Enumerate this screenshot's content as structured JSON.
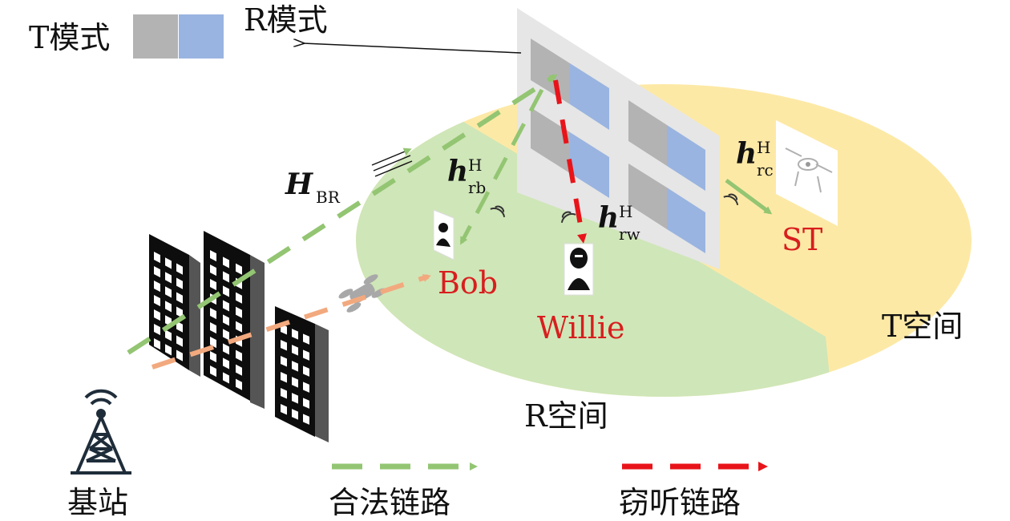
{
  "labels": {
    "t_mode": "T模式",
    "r_mode": "R模式",
    "t_space": "T空间",
    "r_space": "R空间",
    "bob": "Bob",
    "willie": "Willie",
    "st": "ST",
    "base_station": "基站",
    "legal_link": "合法链路",
    "eavesdrop_link": "窃听链路"
  },
  "channels": {
    "h_br": {
      "base": "H",
      "sub": "BR",
      "sup": ""
    },
    "h_rb": {
      "base": "h",
      "sub": "rb",
      "sup": "H"
    },
    "h_rw": {
      "base": "h",
      "sub": "rw",
      "sup": "H"
    },
    "h_rc": {
      "base": "h",
      "sub": "rc",
      "sup": "H"
    }
  },
  "colors": {
    "r_space": "#cfe6b8",
    "t_space": "#fde9a6",
    "legal": "#93c572",
    "eavesdrop": "#e8141a",
    "obstacle_link": "#f2a97e",
    "ris_frame": "#e6e6e6",
    "ris_gray": "#b3b3b3",
    "ris_blue": "#99b4e0",
    "red_text": "#d81e1e"
  },
  "legend": [
    {
      "key": "legal_link",
      "color": "#93c572"
    },
    {
      "key": "eavesdrop_link",
      "color": "#e8141a"
    }
  ]
}
